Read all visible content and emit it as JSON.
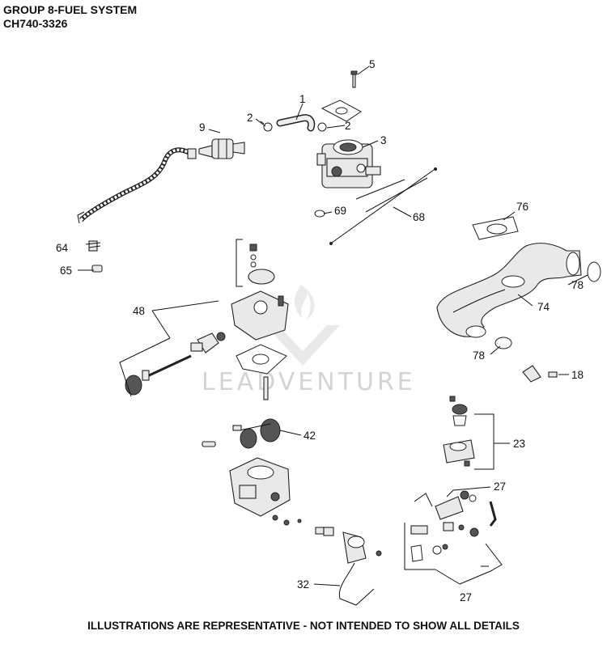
{
  "header": {
    "title": "GROUP 8-FUEL SYSTEM",
    "model": "CH740-3326"
  },
  "footer": {
    "note": "ILLUSTRATIONS ARE REPRESENTATIVE - NOT INTENDED TO SHOW ALL DETAILS"
  },
  "watermark": {
    "text": "LEADVENTURE"
  },
  "callouts": {
    "c1": "1",
    "c2a": "2",
    "c2b": "2",
    "c3": "3",
    "c5": "5",
    "c9": "9",
    "c18": "18",
    "c23": "23",
    "c27a": "27",
    "c27b": "27",
    "c32": "32",
    "c42": "42",
    "c48": "48",
    "c64": "64",
    "c65": "65",
    "c68": "68",
    "c69": "69",
    "c74": "74",
    "c76": "76",
    "c78a": "78",
    "c78b": "78"
  }
}
